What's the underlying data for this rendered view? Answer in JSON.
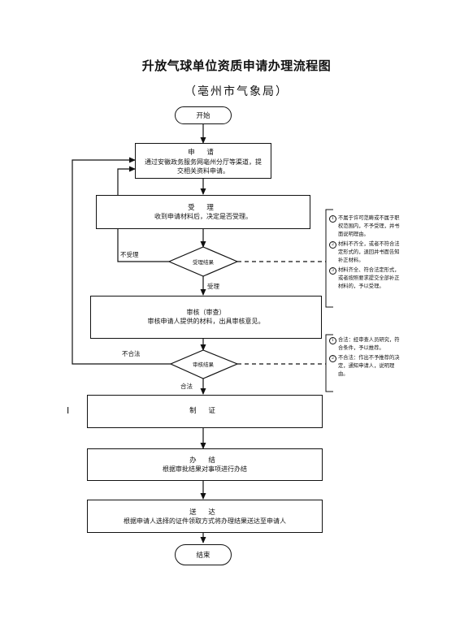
{
  "title": "升放气球单位资质申请办理流程图",
  "subtitle": "（亳州市气象局）",
  "nodes": {
    "start": "开始",
    "apply": {
      "head": "申 请",
      "body": "通过安徽政务服务网亳州分厅等渠道，提交相关资料申请。"
    },
    "accept": {
      "head": "受 理",
      "body": "收到申请材料后，决定是否受理。"
    },
    "decision1": "受理结果",
    "review": {
      "head": "审核（审查）",
      "body": "审核申请人提供的材料，出具审核意见。"
    },
    "decision2": "审核结果",
    "issue": {
      "head": "制 证"
    },
    "complete": {
      "head": "办 结",
      "body": "根据审批结果对事项进行办结"
    },
    "deliver": {
      "head": "送 达",
      "body": "根据申请人选择的证件领取方式将办理结果送达至申请人"
    },
    "end": "结束"
  },
  "edge_labels": {
    "not_accepted": "不受理",
    "accepted": "受理",
    "not_compliant": "不合法",
    "compliant": "合法"
  },
  "notes1": [
    {
      "num": "1",
      "text": "不属于许可范畴或不属于职权范围内，不予受理，并书面说明理由。"
    },
    {
      "num": "2",
      "text": "材料不齐全，或者不符合法定形式的，退回并书面告知补正材料。"
    },
    {
      "num": "3",
      "text": "材料齐全、符合法定形式，或者按照要求提交全部补正材料的，予以受理。"
    }
  ],
  "notes2": [
    {
      "num": "1",
      "text": "合法：经审查人员研究，符合条件，予以推荐。"
    },
    {
      "num": "2",
      "text": "不合法：作出不予推荐的决定，通知申请人，说明理由。"
    }
  ],
  "page_mark": "I"
}
